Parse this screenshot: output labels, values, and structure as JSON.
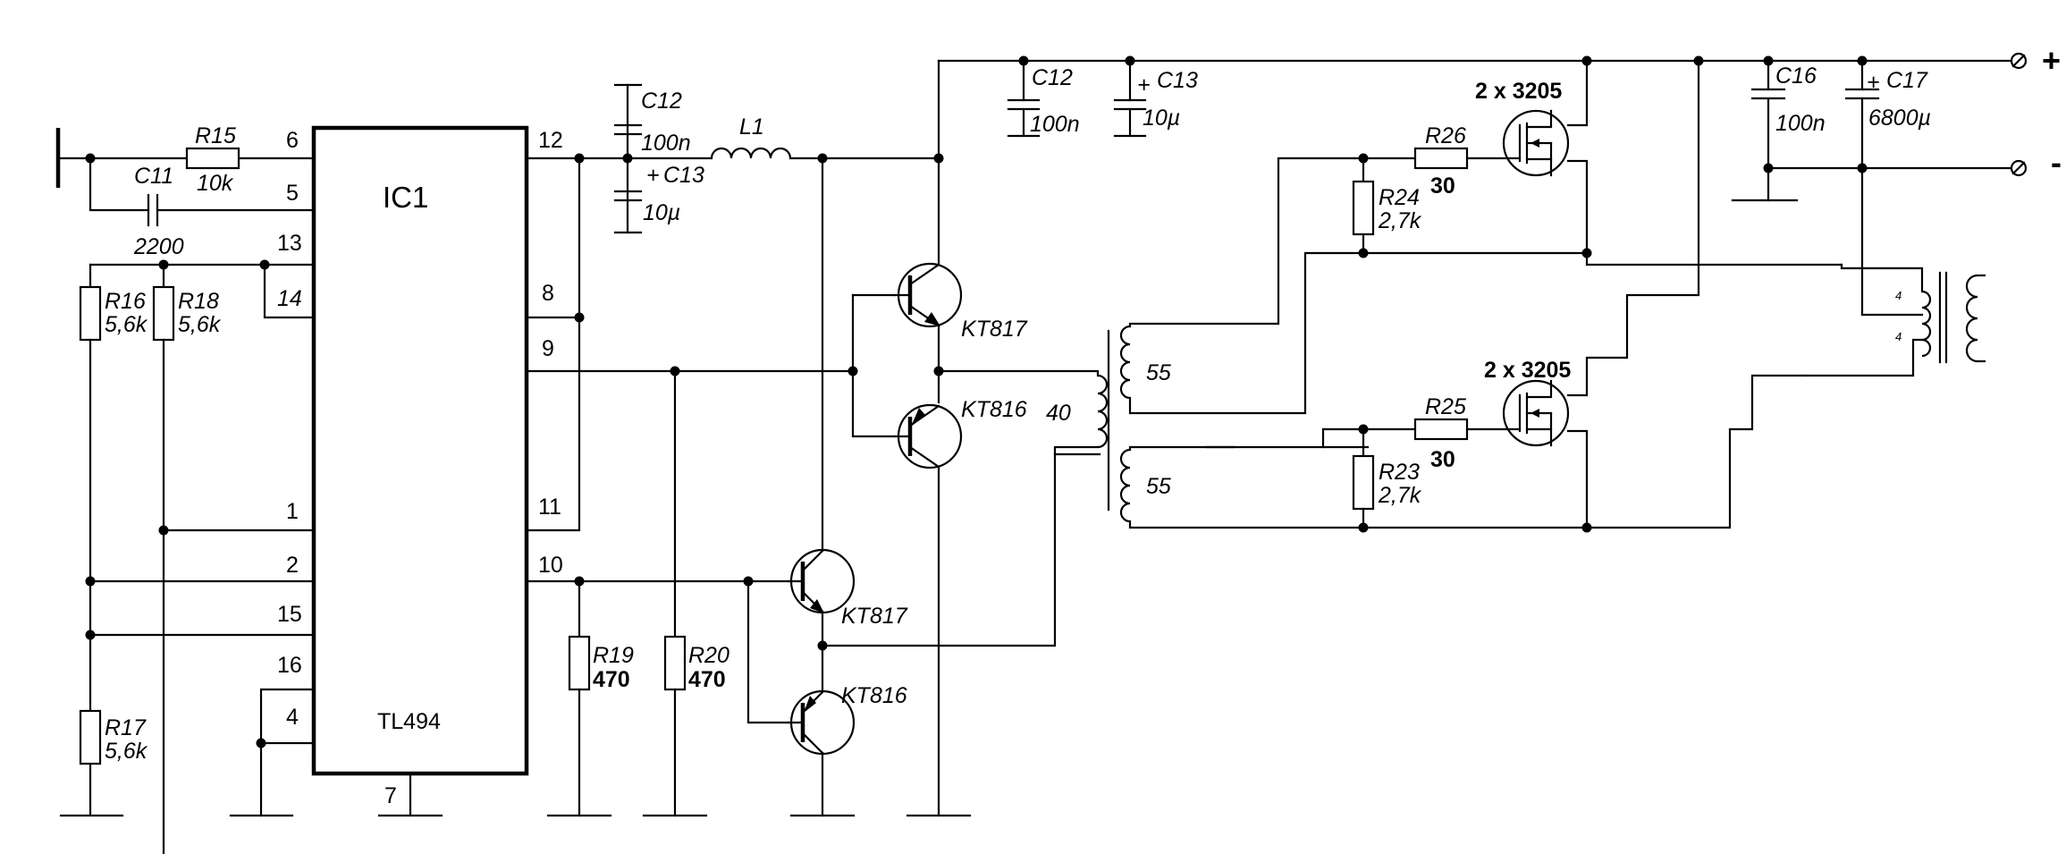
{
  "ic": {
    "ref": "IC1",
    "part": "TL494",
    "pins": {
      "p1": "1",
      "p2": "2",
      "p4": "4",
      "p5": "5",
      "p6": "6",
      "p7": "7",
      "p8": "8",
      "p9": "9",
      "p10": "10",
      "p11": "11",
      "p12": "12",
      "p13": "13",
      "p14": "14",
      "p15": "15",
      "p16": "16"
    }
  },
  "components": {
    "r15": {
      "ref": "R15",
      "value": "10k"
    },
    "c11": {
      "ref": "C11",
      "value": "2200"
    },
    "r16": {
      "ref": "R16",
      "value": "5,6k"
    },
    "r18": {
      "ref": "R18",
      "value": "5,6k"
    },
    "r17": {
      "ref": "R17",
      "value": "5,6k"
    },
    "c12a": {
      "ref": "C12",
      "value": "100n"
    },
    "c13a": {
      "ref": "C13",
      "value": "10µ",
      "sign": "+"
    },
    "l1": {
      "ref": "L1"
    },
    "r19": {
      "ref": "R19",
      "value": "470"
    },
    "r20": {
      "ref": "R20",
      "value": "470"
    },
    "q1": {
      "ref": "KT817"
    },
    "q2": {
      "ref": "KT816"
    },
    "q3": {
      "ref": "KT817"
    },
    "q4": {
      "ref": "KT816"
    },
    "c12b": {
      "ref": "C12",
      "value": "100n"
    },
    "c13b": {
      "ref": "C13",
      "value": "10µ",
      "sign": "+"
    },
    "t1": {
      "primary": "40",
      "sec_top": "55",
      "sec_bottom": "55",
      "out_a": "4",
      "out_b": "4"
    },
    "r26": {
      "ref": "R26",
      "value": "30"
    },
    "r24": {
      "ref": "R24",
      "value": "2,7k"
    },
    "r25": {
      "ref": "R25",
      "value": "30"
    },
    "r23": {
      "ref": "R23",
      "value": "2,7k"
    },
    "m1": {
      "ref": "2 x 3205"
    },
    "m2": {
      "ref": "2 x 3205"
    },
    "c16": {
      "ref": "C16",
      "value": "100n"
    },
    "c17": {
      "ref": "C17",
      "value": "6800µ",
      "sign": "+"
    }
  },
  "terminals": {
    "plus": "+",
    "minus": "-"
  }
}
